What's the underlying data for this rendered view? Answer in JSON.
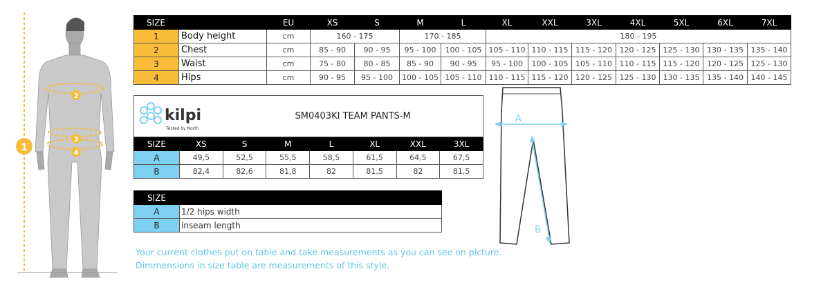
{
  "size_chart": {
    "header": {
      "size": "SIZE",
      "unit": "EU",
      "sizes": [
        "XS",
        "S",
        "M",
        "L",
        "XL",
        "XXL",
        "3XL",
        "4XL",
        "5XL",
        "6XL",
        "7XL"
      ]
    },
    "rows": [
      {
        "num": "1",
        "label": "Body height",
        "unit": "cm",
        "merged": [
          "160 - 175",
          "170 - 185",
          "180 - 195"
        ]
      },
      {
        "num": "2",
        "label": "Chest",
        "unit": "cm",
        "values": [
          "85 - 90",
          "90 - 95",
          "95 - 100",
          "100 - 105",
          "105 - 110",
          "110 - 115",
          "115 - 120",
          "120 - 125",
          "125 - 130",
          "130 - 135",
          "135 - 140"
        ]
      },
      {
        "num": "3",
        "label": "Waist",
        "unit": "cm",
        "values": [
          "75 - 80",
          "80 - 85",
          "85 - 90",
          "90 - 95",
          "95 - 100",
          "100 - 105",
          "105 - 110",
          "110 - 115",
          "115 - 120",
          "120 - 125",
          "125 - 130"
        ]
      },
      {
        "num": "4",
        "label": "Hips",
        "unit": "cm",
        "values": [
          "90 - 95",
          "95 - 100",
          "100 - 105",
          "105 - 110",
          "110 - 115",
          "115 - 120",
          "120 - 125",
          "125 - 130",
          "130 - 135",
          "135 - 140",
          "140 - 145"
        ]
      }
    ]
  },
  "product": {
    "brand": "kilpi",
    "tagline": "Tested by North",
    "title": "SM0403KI  TEAM PANTS-M",
    "header": {
      "size": "SIZE",
      "sizes": [
        "XS",
        "S",
        "M",
        "L",
        "XL",
        "XXL",
        "3XL"
      ]
    },
    "rows": [
      {
        "key": "A",
        "values": [
          "49,5",
          "52,5",
          "55,5",
          "58,5",
          "61,5",
          "64,5",
          "67,5"
        ]
      },
      {
        "key": "B",
        "values": [
          "82,4",
          "82,6",
          "81,8",
          "82",
          "81,5",
          "82",
          "81,5"
        ]
      }
    ]
  },
  "legend": {
    "header": "SIZE",
    "rows": [
      {
        "key": "A",
        "desc": "1/2 hips width"
      },
      {
        "key": "B",
        "desc": "inseam length"
      }
    ]
  },
  "figure": {
    "markers": [
      "1",
      "2",
      "3",
      "4"
    ],
    "pants_labels": [
      "A",
      "B"
    ]
  },
  "notes": [
    "Your current clothes put on table and take measurements as you can see on picture.",
    "Dimmensions in size table are measurements of this style."
  ],
  "colors": {
    "marker": "#f9bc38",
    "accent": "#7dd0f0",
    "note": "#5ec6e6"
  }
}
